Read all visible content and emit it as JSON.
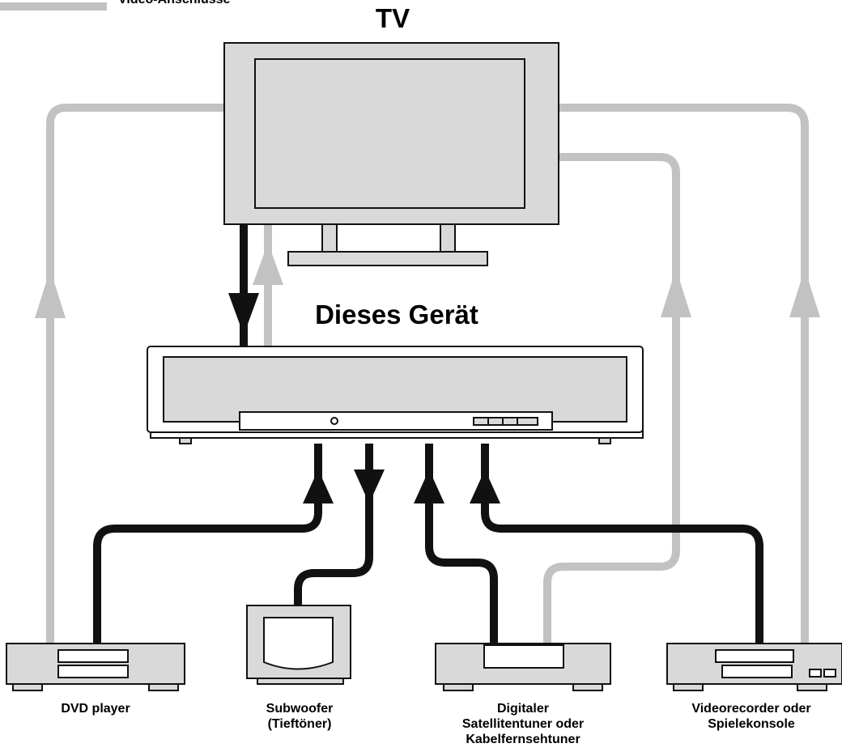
{
  "legend": {
    "label": "Video-Anschlüsse",
    "color": "#c2c2c2"
  },
  "labels": {
    "tv": "TV",
    "unit": "Dieses Gerät",
    "dvd": "DVD player",
    "subwoofer_1": "Subwoofer",
    "subwoofer_2": "(Tieftöner)",
    "sat_1": "Digitaler",
    "sat_2": "Satellitentuner oder",
    "sat_3": "Kabelfernsehtuner",
    "vcr_1": "Videorecorder oder",
    "vcr_2": "Spielekonsole"
  },
  "colors": {
    "video": "#c2c2c2",
    "audio": "#111111",
    "device_fill": "#d9d9d9",
    "outline": "#111111"
  }
}
